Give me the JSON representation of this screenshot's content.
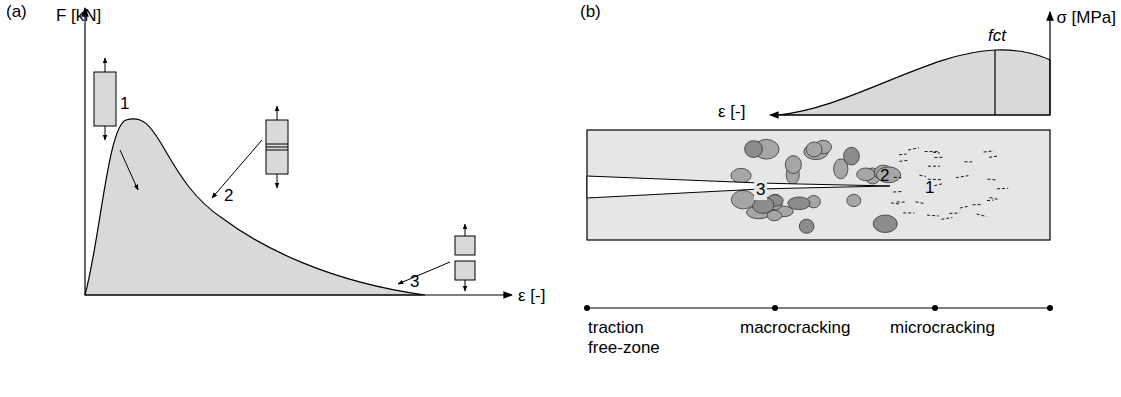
{
  "diagram": {
    "labels": [
      "(a)",
      "F [kN]",
      "1",
      "2",
      "3",
      "ε [-]",
      "(b)",
      "σ [MPa]",
      "fct",
      "ε [-]",
      "3",
      "2",
      "1",
      "traction free-zone",
      "macrocracking",
      "microcracking"
    ]
  }
}
